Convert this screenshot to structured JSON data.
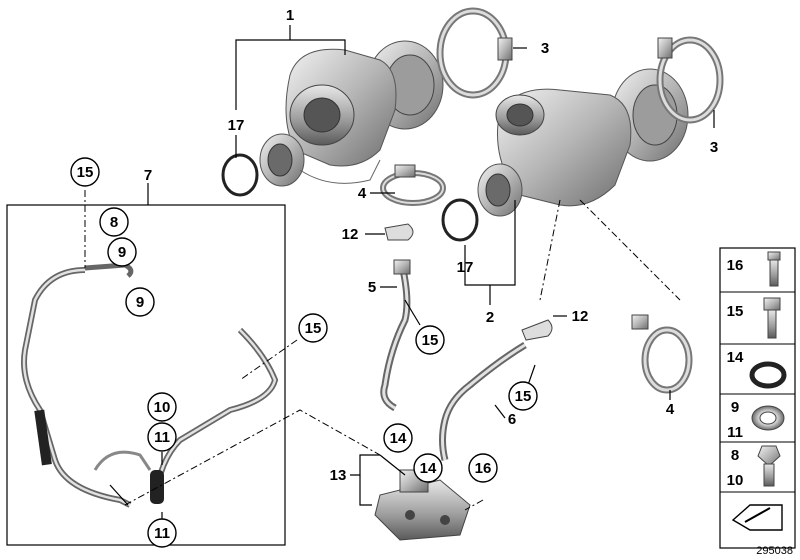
{
  "diagram_id": "295038",
  "callouts": {
    "turbo_left_assembly": "1",
    "turbo_left_clamp": "3",
    "turbo_right_clamp": "3",
    "turbo_left_oring": "17",
    "turbo_right_oring": "17",
    "oil_line_group": "7",
    "line_left_15": "15",
    "washer_8": "8",
    "washer_9_top": "9",
    "washer_9_bottom": "9",
    "line_right_15": "15",
    "seal_10": "10",
    "seal_11_a": "11",
    "seal_11_b": "11",
    "clamp_4_center": "4",
    "gasket_12_center": "12",
    "pipe_5": "5",
    "bolt_15_center": "15",
    "bracket_2": "2",
    "gasket_12_right": "12",
    "pipe_6": "6",
    "bolt_15_right": "15",
    "clamp_4_right": "4",
    "bracket_13": "13",
    "oring_14_a": "14",
    "oring_14_b": "14",
    "bolt_16_bottom": "16"
  },
  "parts_table": {
    "rows": [
      {
        "label_top": "16",
        "label_bottom": "",
        "icon": "banjo-bolt-icon"
      },
      {
        "label_top": "15",
        "label_bottom": "",
        "icon": "hex-bolt-icon"
      },
      {
        "label_top": "14",
        "label_bottom": "",
        "icon": "o-ring-icon"
      },
      {
        "label_top": "9",
        "label_bottom": "11",
        "icon": "sealing-ring-icon"
      },
      {
        "label_top": "8",
        "label_bottom": "10",
        "icon": "banjo-screw-icon"
      },
      {
        "label_top": "",
        "label_bottom": "",
        "icon": "arrow-tag-icon"
      }
    ]
  }
}
